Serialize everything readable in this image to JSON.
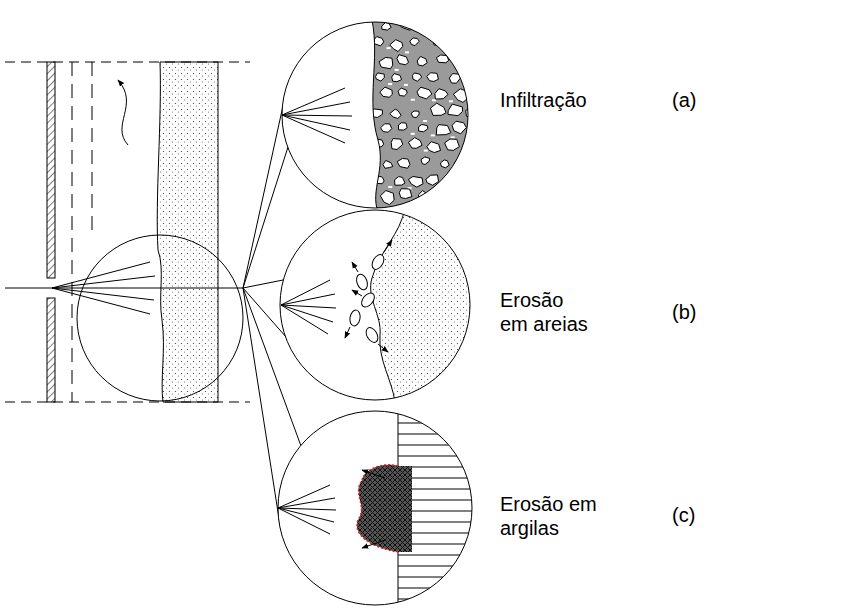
{
  "diagram": {
    "labels": [
      "Infiltração",
      "(a)",
      "Erosão em areias",
      "(b)",
      "Erosão em argilas",
      "(c)"
    ]
  }
}
